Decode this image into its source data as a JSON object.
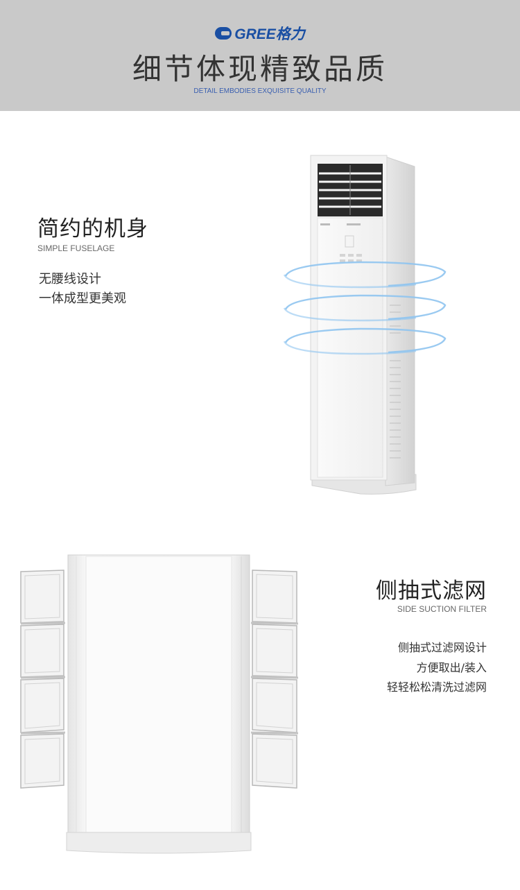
{
  "header": {
    "logo_text": "GREE格力",
    "title": "细节体现精致品质",
    "subtitle": "DETAIL EMBODIES EXQUISITE QUALITY"
  },
  "section1": {
    "title": "简约的机身",
    "subtitle": "SIMPLE FUSELAGE",
    "lines": [
      "无腰线设计",
      "一体成型更美观"
    ]
  },
  "section2": {
    "title": "侧抽式滤网",
    "subtitle": "SIDE SUCTION FILTER",
    "lines": [
      "侧抽式过滤网设计",
      "方便取出/装入",
      "轻轻松松清洗过滤网"
    ]
  },
  "colors": {
    "banner_bg": "#c9c9c9",
    "brand_blue": "#1a4fa3",
    "ring_blue": "#8fc4f0"
  }
}
